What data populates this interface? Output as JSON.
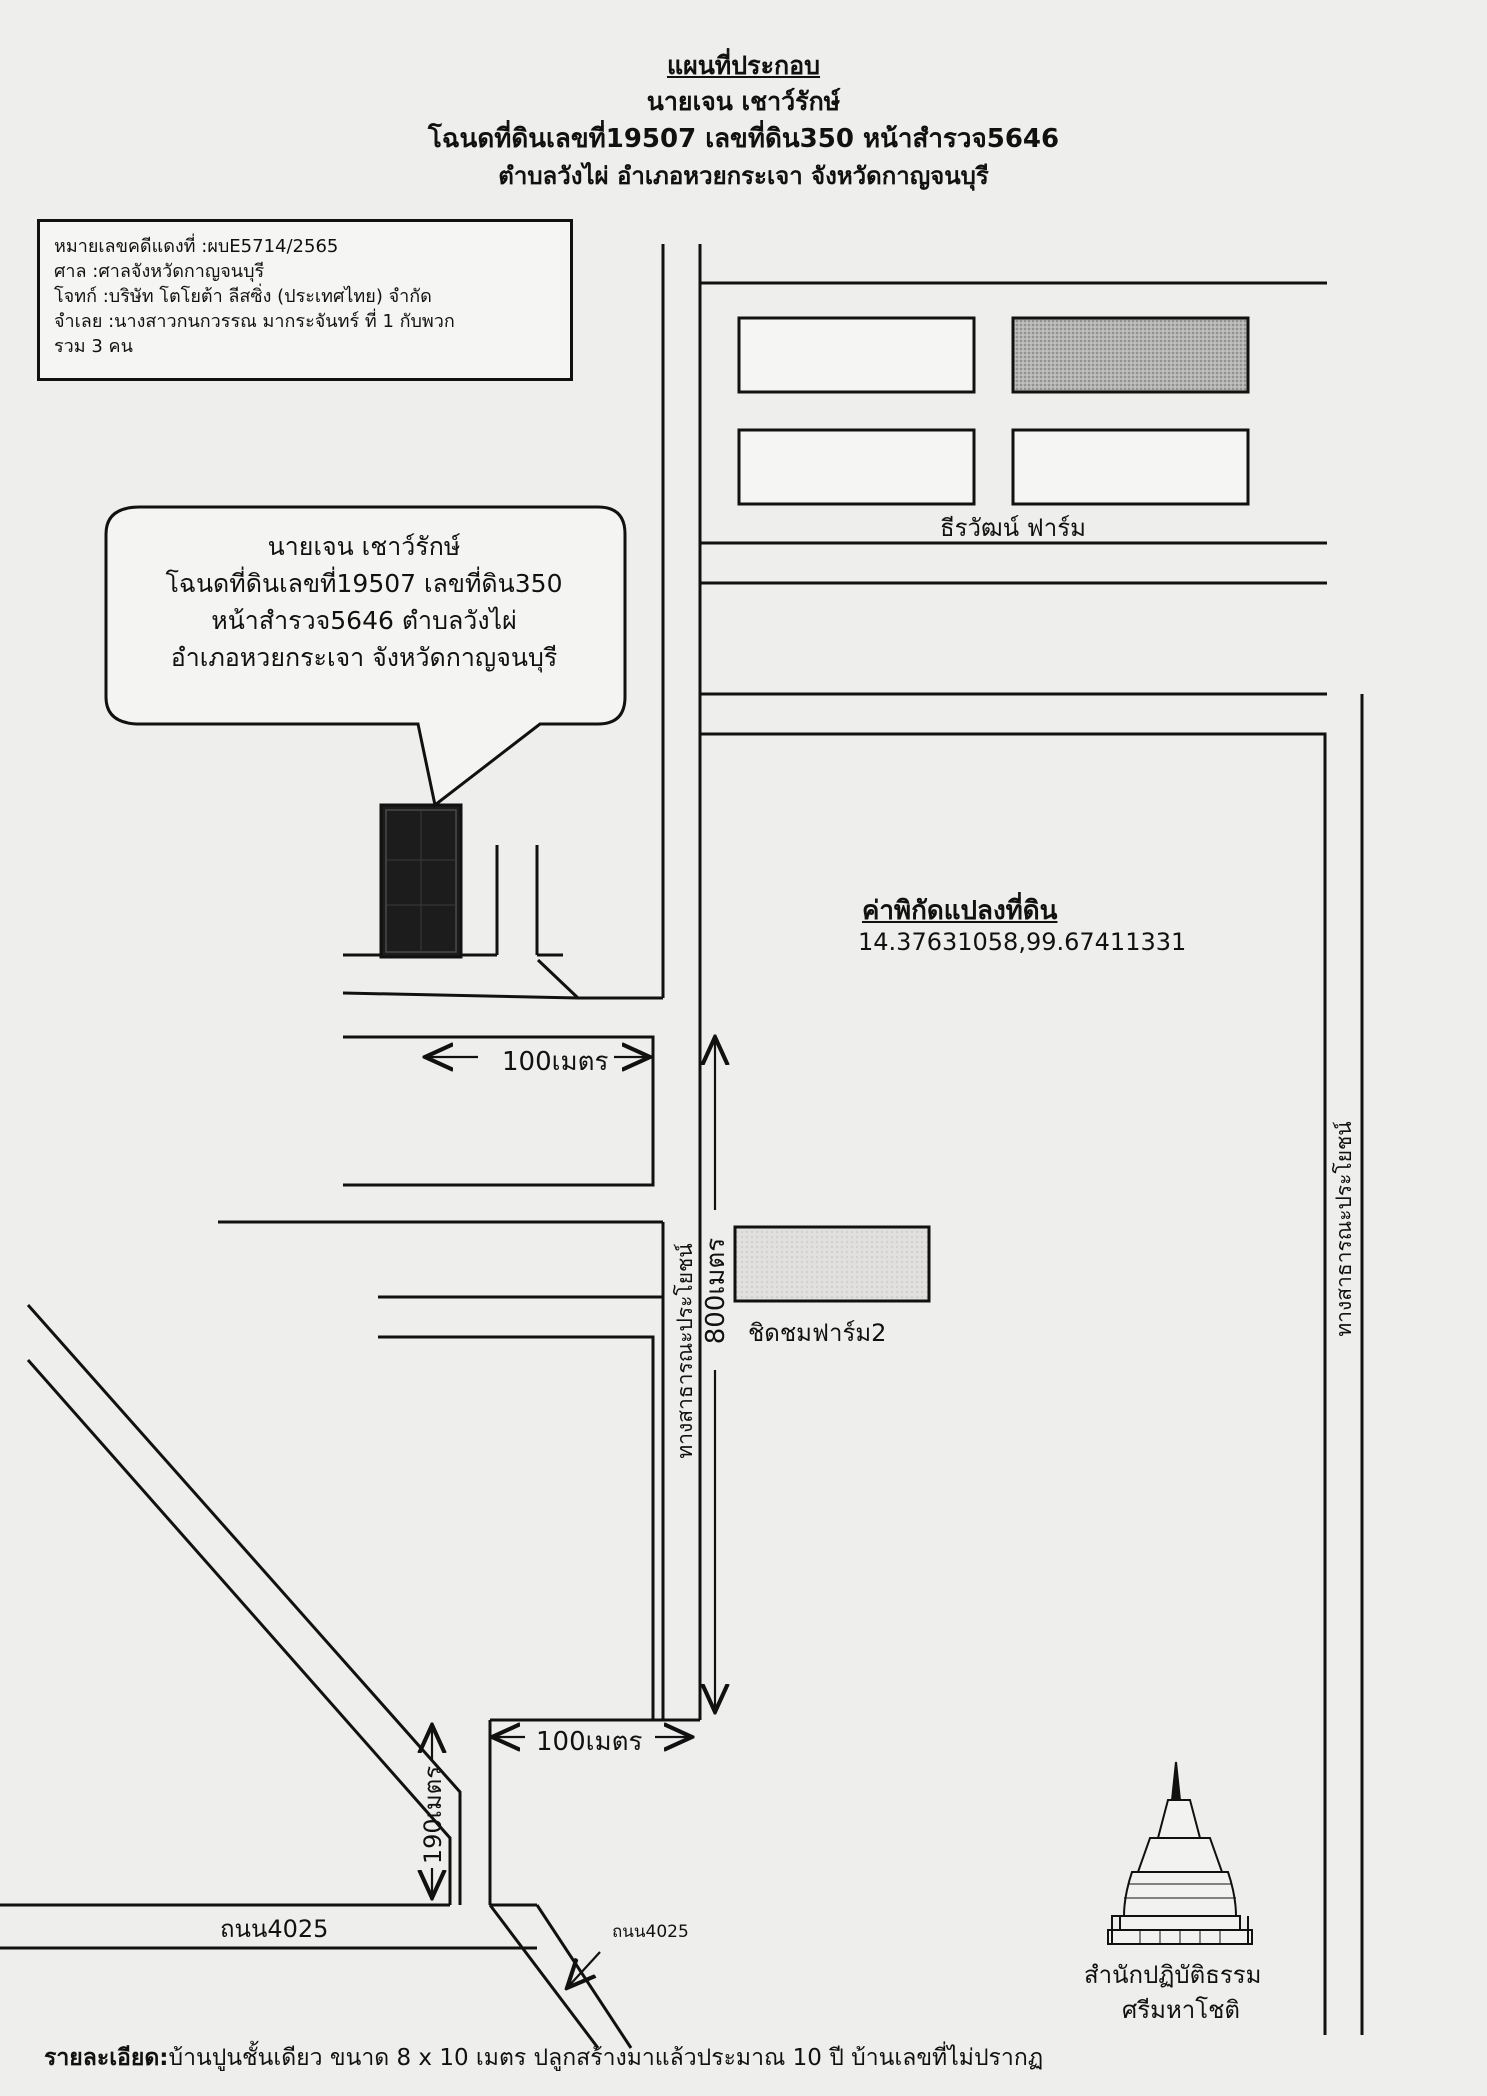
{
  "header": {
    "title": "แผนที่ประกอบ",
    "owner": "นายเจน เชาว์รักษ์",
    "deed": "โฉนดที่ดินเลขที่19507 เลขที่ดิน350 หน้าสำรวจ5646",
    "location": "ตำบลวังไผ่ อำเภอหวยกระเจา จังหวัดกาญจนบุรี"
  },
  "case_box": {
    "case_number": "หมายเลขคดีแดงที่ :ผบE5714/2565",
    "court": "ศาล :ศาลจังหวัดกาญจนบุรี",
    "plaintiff": "โจทก์ :บริษัท โตโยต้า ลีสซิ่ง (ประเทศไทย) จำกัด",
    "defendant": "จำเลย :นางสาวกนกวรรณ มากระจันทร์ ที่ 1 กับพวก",
    "total": "รวม 3 คน"
  },
  "callout": {
    "line1": "นายเจน เชาว์รักษ์",
    "line2": "โฉนดที่ดินเลขที่19507 เลขที่ดิน350",
    "line3": "หน้าสำรวจ5646 ตำบลวังไผ่",
    "line4": "อำเภอหวยกระเจา จังหวัดกาญจนบุรี"
  },
  "map_labels": {
    "farm_1": "ธีรวัฒน์ ฟาร์ม",
    "farm_2": "ชิดชมฟาร์ม2",
    "coord_title": "ค่าพิกัดแปลงที่ดิน",
    "coord_value": "14.37631058,99.67411331",
    "dist_100_top": "100เมตร",
    "dist_100_bottom": "100เมตร",
    "dist_800": "800เมตร",
    "dist_190": "190เมตร",
    "public_road_center": "ทางสาธารณะประโยชน์",
    "public_road_right": "ทางสาธารณะประโยชน์",
    "road_4025_left": "ถนน4025",
    "road_4025_right": "ถนน4025",
    "temple_line1": "สำนักปฏิบัติธรรม",
    "temple_line2": "ศรีมหาโชติ"
  },
  "footer": {
    "label": "รายละเอียด:",
    "text": "บ้านปูนชั้นเดียว ขนาด 8 x 10 เมตร ปลูกสร้างมาแล้วประมาณ 10 ปี บ้านเลขที่ไม่ปรากฏ"
  },
  "colors": {
    "line": "#111111",
    "paper": "#eeeeec",
    "plot_fill": "#1c1c1c",
    "farm_fill": "#a9a9a7"
  }
}
